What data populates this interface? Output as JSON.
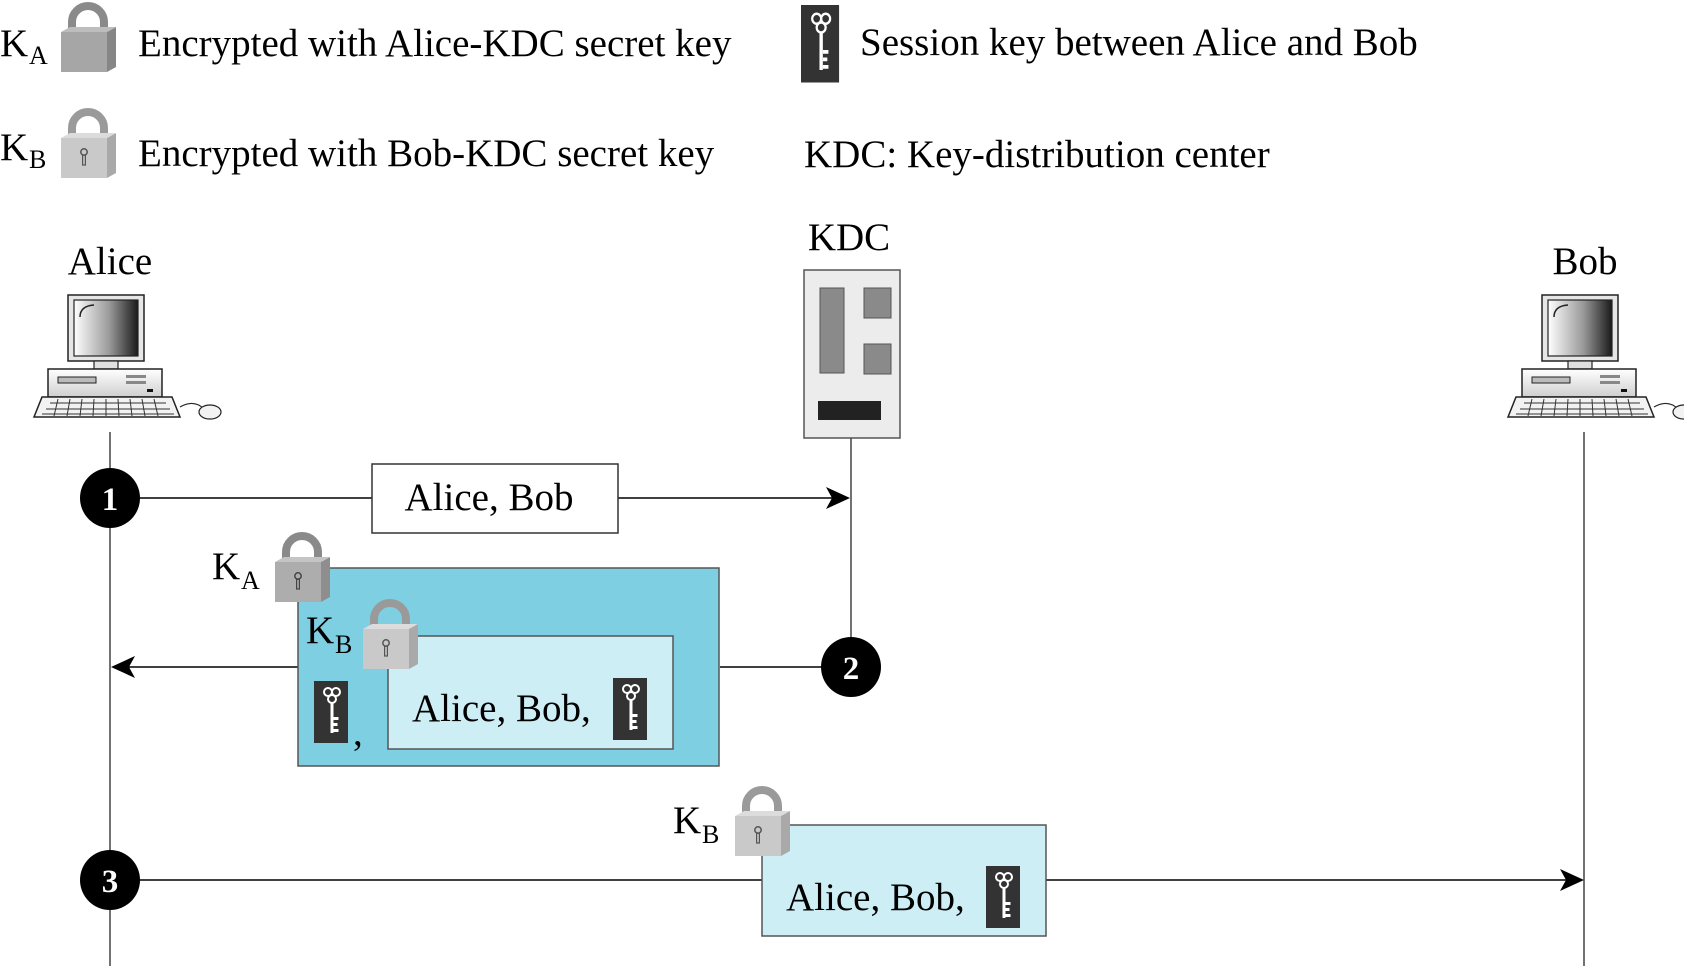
{
  "legend": {
    "ka": {
      "k": "K",
      "sub": "A",
      "text": "Encrypted with Alice-KDC secret key"
    },
    "kb": {
      "k": "K",
      "sub": "B",
      "text": "Encrypted with Bob-KDC secret key"
    },
    "session": {
      "text": "Session key between Alice and Bob"
    },
    "kdc": {
      "text": "KDC: Key-distribution center"
    }
  },
  "actors": {
    "alice": "Alice",
    "kdc": "KDC",
    "bob": "Bob"
  },
  "steps": {
    "s1": {
      "num": "1",
      "msg": "Alice, Bob"
    },
    "s2": {
      "num": "2",
      "outer_k": "K",
      "outer_sub": "A",
      "inner_k": "K",
      "inner_sub": "B",
      "inner_text": "Alice, Bob,",
      "comma": ","
    },
    "s3": {
      "num": "3",
      "k": "K",
      "sub": "B",
      "text": "Alice, Bob,"
    }
  },
  "colors": {
    "outer_box": "#7fcfe3",
    "inner_box": "#cdeef5",
    "lock_ka": "#9d9d9d",
    "lock_kb": "#c4c4c4",
    "key_bg": "#333333"
  }
}
